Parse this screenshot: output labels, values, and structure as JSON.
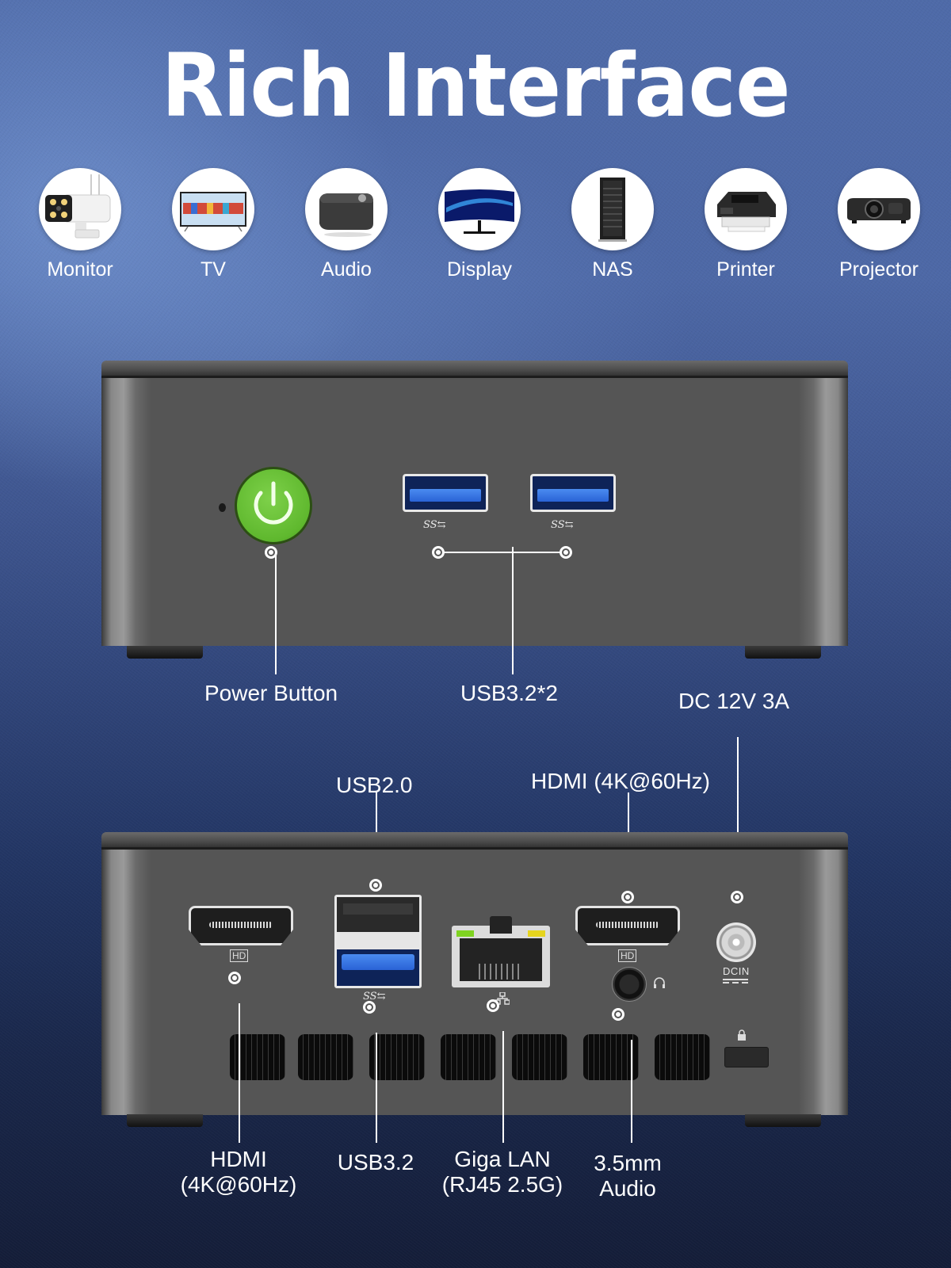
{
  "title": "Rich Interface",
  "devices": [
    {
      "label": "Monitor",
      "icon": "security-camera-icon"
    },
    {
      "label": "TV",
      "icon": "tv-icon"
    },
    {
      "label": "Audio",
      "icon": "speaker-icon"
    },
    {
      "label": "Display",
      "icon": "curved-monitor-icon"
    },
    {
      "label": "NAS",
      "icon": "server-rack-icon"
    },
    {
      "label": "Printer",
      "icon": "printer-icon"
    },
    {
      "label": "Projector",
      "icon": "projector-icon"
    }
  ],
  "front_panel": {
    "ports": {
      "power": {
        "label": "Power Button",
        "color": "#5fb82e"
      },
      "usb32x2": {
        "label": "USB3.2*2",
        "port_marking": "SS"
      }
    }
  },
  "rear_panel": {
    "ports": {
      "dc_in": {
        "label": "DC 12V 3A",
        "marking": "DCIN"
      },
      "usb20": {
        "label": "USB2.0"
      },
      "hdmi_right": {
        "label": "HDMI (4K@60Hz)",
        "marking": "HD"
      },
      "hdmi_left": {
        "label_line1": "HDMI",
        "label_line2": "(4K@60Hz)",
        "marking": "HD"
      },
      "usb32": {
        "label": "USB3.2",
        "port_marking": "SS"
      },
      "lan": {
        "label_line1": "Giga LAN",
        "label_line2": "(RJ45 2.5G)",
        "led_colors": [
          "#7fd321",
          "#e6d41e"
        ]
      },
      "audio": {
        "label_line1": "3.5mm",
        "label_line2": "Audio"
      }
    }
  },
  "colors": {
    "background_top": "#4e6aa8",
    "background_bottom": "#141d38",
    "chassis": "#555555",
    "usb3_blue": "#2a63d6"
  }
}
